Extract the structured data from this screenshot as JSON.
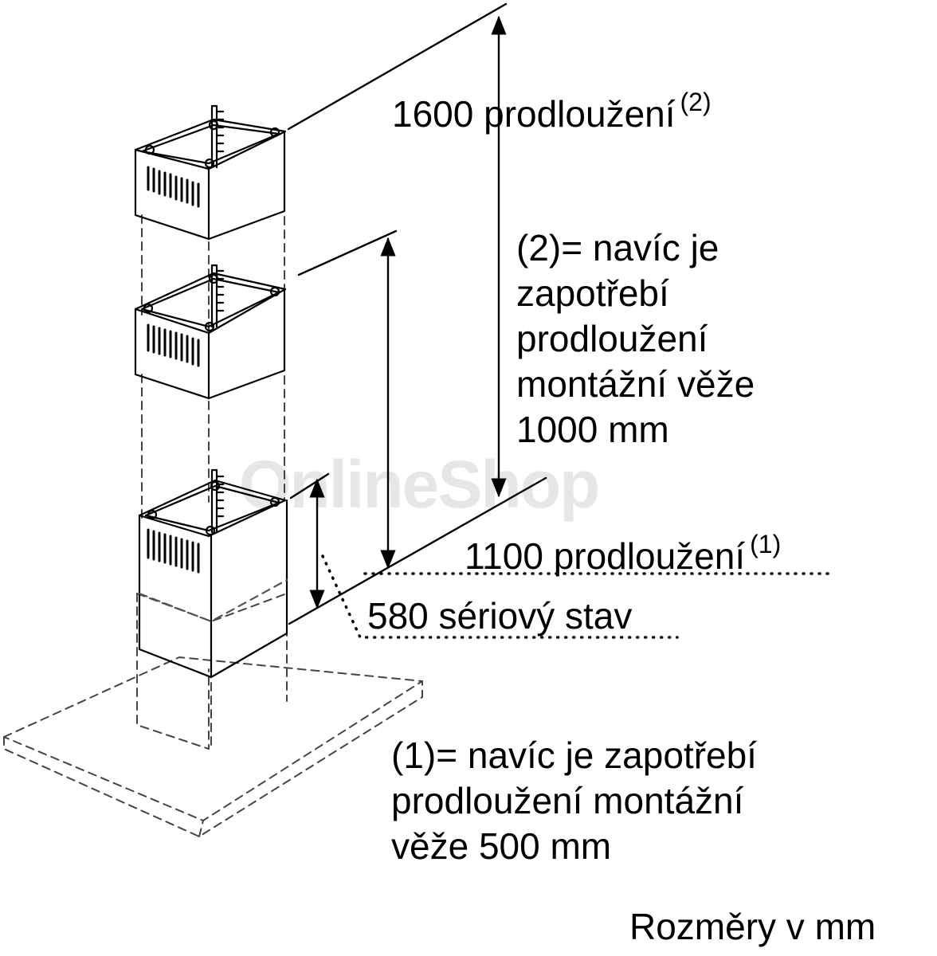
{
  "watermark": "OnlineShop",
  "labels": {
    "extension_1600": "1600 prodloužení",
    "extension_1600_note": "(2)",
    "extension_1100": "1100 prodloužení",
    "extension_1100_note": "(1)",
    "standard_580": "580 sériový stav",
    "units": "Rozměry v mm"
  },
  "note_2": [
    "(2)= navíc je",
    "zapotřebí",
    "prodloužení",
    "montážní věže",
    "1000 mm"
  ],
  "note_1": [
    "(1)= navíc je zapotřebí",
    "prodloužení montážní",
    "věže 500 mm"
  ]
}
